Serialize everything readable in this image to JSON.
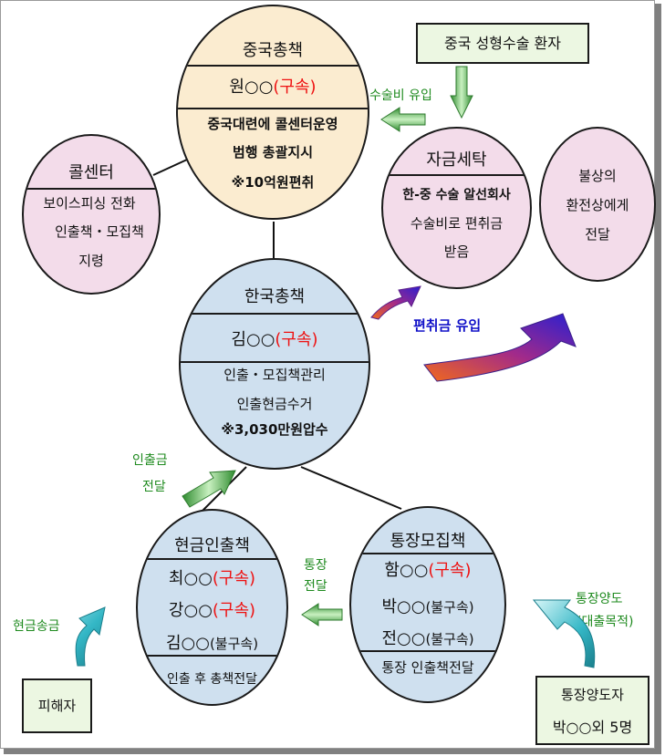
{
  "nodes": {
    "china_boss": {
      "title": "중국총책",
      "name": "원○○",
      "status": "(구속)",
      "lines": [
        "중국대련에 콜센터운영",
        "범행 총괄지시"
      ],
      "note": "※10억원편취"
    },
    "call_center": {
      "title": "콜센터",
      "lines": [
        "보이스피싱 전화",
        "인출책・모집책",
        "지령"
      ]
    },
    "laundering": {
      "title": "자금세탁",
      "highlight": "한-중 수술 알선회사",
      "lines": [
        "수술비로 편취금",
        "받음"
      ]
    },
    "exchanger": {
      "lines": [
        "불상의",
        "환전상에게",
        "전달"
      ]
    },
    "korea_boss": {
      "title": "한국총책",
      "name": "김○○",
      "status": "(구속)",
      "lines": [
        "인출・모집책관리",
        "인출현금수거"
      ],
      "note": "※3,030만원압수"
    },
    "withdrawers": {
      "title": "현금인출책",
      "members": [
        {
          "name": "최○○",
          "status": "(구속)"
        },
        {
          "name": "강○○",
          "status": "(구속)"
        },
        {
          "name": "김○○",
          "status": "(불구속)"
        }
      ],
      "footer": "인출 후 총책전달"
    },
    "recruiters": {
      "title": "통장모집책",
      "members": [
        {
          "name": "함○○",
          "status": "(구속)"
        },
        {
          "name": "박○○",
          "status": "(불구속)"
        },
        {
          "name": "전○○",
          "status": "(불구속)"
        }
      ],
      "footer": "통장 인출책전달"
    }
  },
  "boxes": {
    "patients": "중국 성형수술 환자",
    "victims": "피해자",
    "transferors": [
      "통장양도자",
      "박○○외 5명"
    ]
  },
  "labels": {
    "surgery_fee": "수술비 유입",
    "fraud_inflow": "편취금 유입",
    "withdraw_delivery": [
      "인출금",
      "전달"
    ],
    "bankbook_delivery": [
      "통장",
      "전달"
    ],
    "cash_transfer": "현금송금",
    "bankbook_transfer": [
      "통장양도",
      "(대출목적)"
    ]
  },
  "colors": {
    "china_fill": "#fbecd0",
    "pink_fill": "#f3dcea",
    "blue_fill": "#cfe0ef",
    "box_fill": "#ecf7e2",
    "arrow_green": "#3fa33f",
    "arrow_teal": "#2aa6b5",
    "arrow_purple": "#7a1fa2",
    "status_red": "#e11111",
    "note_blue": "#1010c8"
  }
}
